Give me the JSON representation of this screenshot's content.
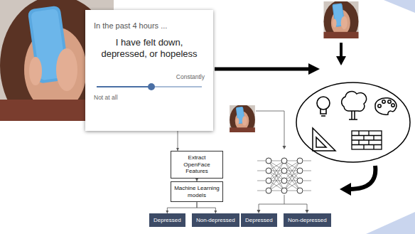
{
  "diagram": {
    "nodes": [
      {
        "text": [
          "In the past 4 hours ...",
          "I have felt down, depressed, or hopeless",
          "Constantly",
          "Not at all"
        ]
      },
      {
        "text": [
          "Extract OpenFace Features"
        ]
      },
      {
        "text": [
          "Machine Learning models"
        ]
      },
      {
        "text": [
          "Depressed"
        ]
      },
      {
        "text": [
          "Non-depressed"
        ]
      },
      {
        "text": [
          "Depressed"
        ]
      },
      {
        "text": [
          "Non-depressed"
        ]
      }
    ],
    "edges": [
      {
        "from": 0,
        "to": 1,
        "arrow": "to"
      },
      {
        "from": 1,
        "to": 2,
        "arrow": "to"
      },
      {
        "from": 2,
        "to": 3,
        "arrow": "to"
      },
      {
        "from": 2,
        "to": 4,
        "arrow": "to"
      }
    ]
  }
}
